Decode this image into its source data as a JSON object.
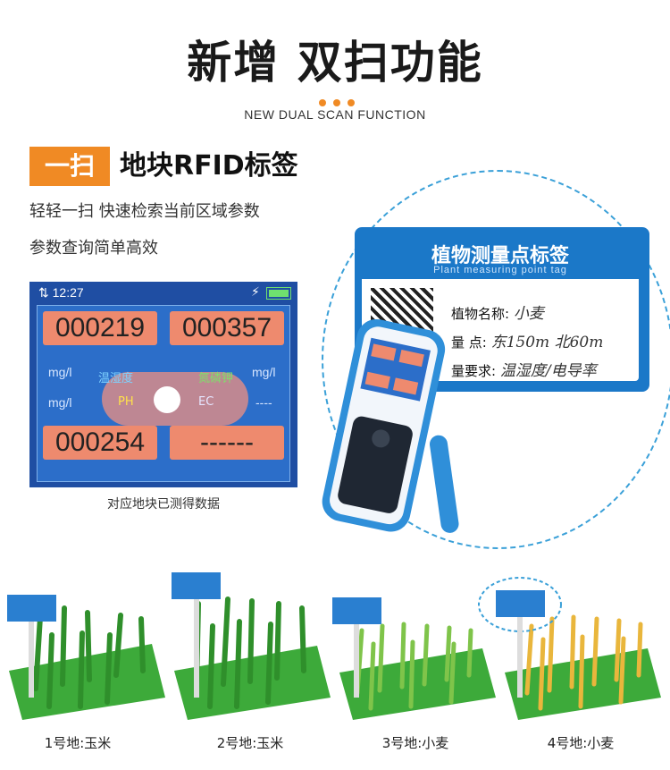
{
  "header": {
    "title": "新增 双扫功能",
    "subtitle": "NEW DUAL SCAN FUNCTION"
  },
  "section": {
    "badge": "一扫",
    "title": "地块RFID标签",
    "desc_line1": "轻轻一扫 快速检索当前区域参数",
    "desc_line2": "参数查询简单高效"
  },
  "screen": {
    "time": "12:27",
    "values": [
      "000219",
      "000357",
      "000254",
      "------"
    ],
    "unit_left_top": "mg/l",
    "unit_right_top": "mg/l",
    "unit_left_bottom": "mg/l",
    "unit_right_bottom": "----",
    "oval_tl": "温湿度",
    "oval_tr": "氮磷钾",
    "oval_bl": "PH",
    "oval_br": "EC",
    "caption": "对应地块已测得数据"
  },
  "tag": {
    "title": "植物测量点标签",
    "subtitle": "Plant measuring point tag",
    "row1_label": "植物名称:",
    "row1_value": "小麦",
    "row2_label": "量 点:",
    "row2_value": "东150m 北60m",
    "row3_label": "量要求:",
    "row3_value": "温湿度/电导率"
  },
  "fields": [
    {
      "label": "1号地:玉米"
    },
    {
      "label": "2号地:玉米"
    },
    {
      "label": "3号地:小麦"
    },
    {
      "label": "4号地:小麦"
    }
  ],
  "colors": {
    "accent": "#f08a24",
    "brand_blue": "#1b78c8",
    "screen_bg": "#2c6ec9",
    "cell": "#ee8a6e",
    "grass": "#3daa3a"
  }
}
